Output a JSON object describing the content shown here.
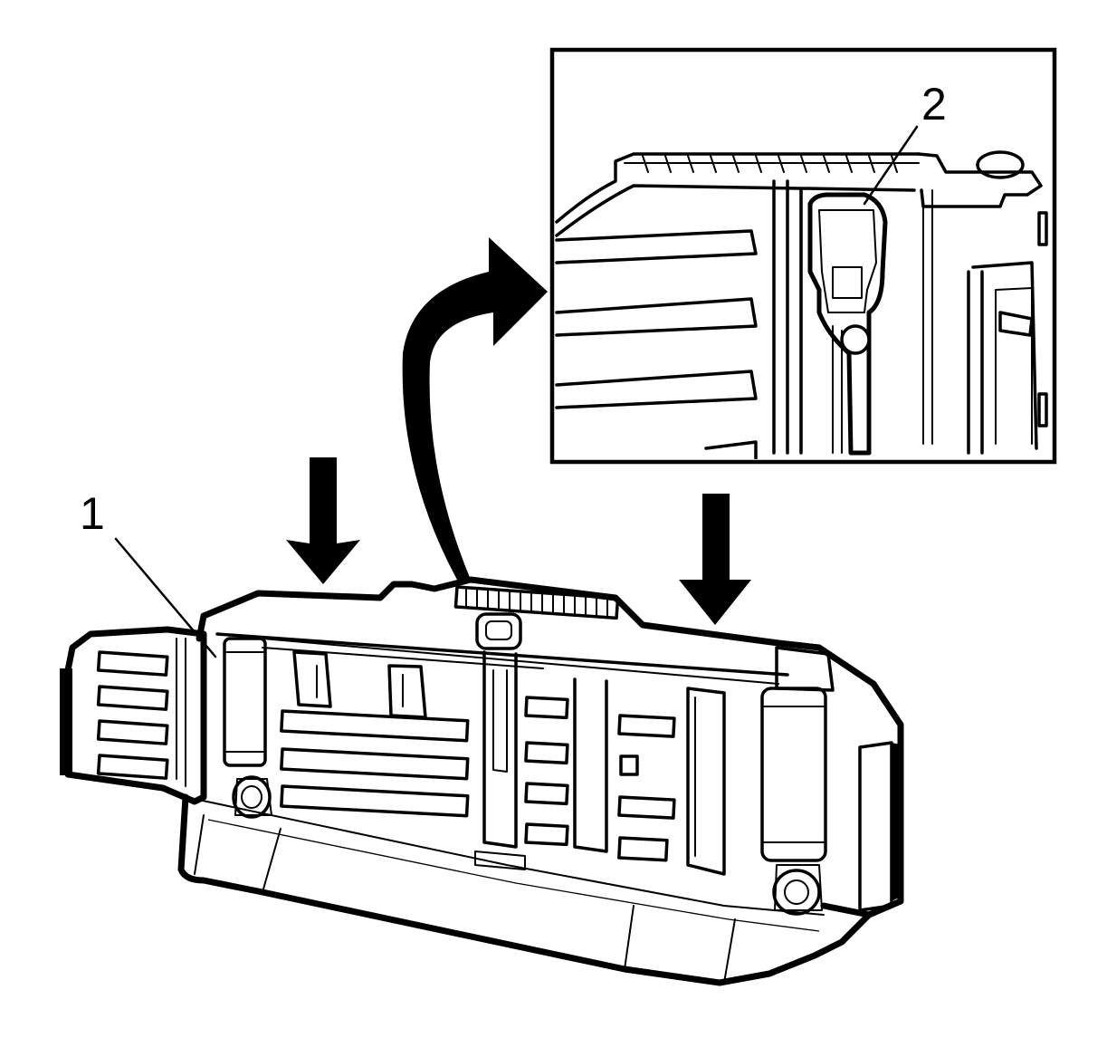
{
  "figure": {
    "callouts": [
      {
        "id": "1",
        "label": "1"
      },
      {
        "id": "2",
        "label": "2"
      }
    ],
    "colors": {
      "line": "#000000",
      "background": "#ffffff"
    },
    "arrow_icons": [
      "down-arrow-icon",
      "down-arrow-icon",
      "curved-arrow-icon"
    ]
  }
}
